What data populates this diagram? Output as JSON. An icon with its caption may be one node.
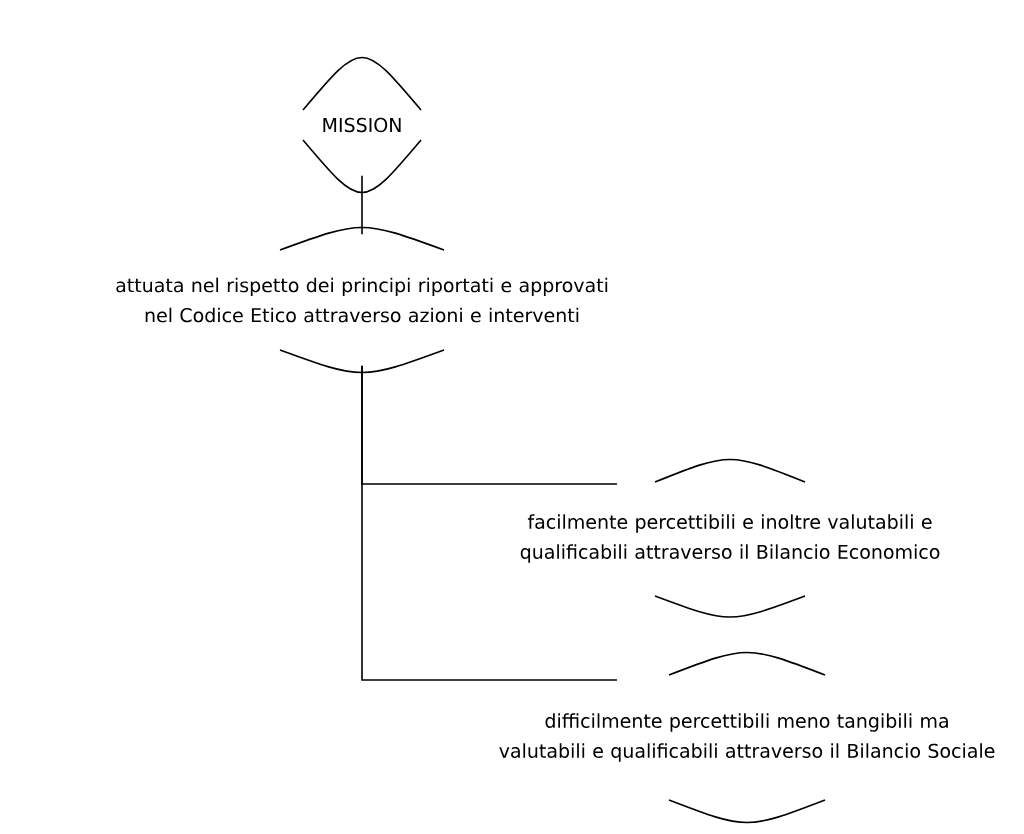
{
  "diagram": {
    "nodes": [
      {
        "text": [
          "MISSION"
        ]
      },
      {
        "text": [
          "attuata nel rispetto dei principi riportati e approvati nel Codice Etico attraverso azioni e interventi"
        ]
      },
      {
        "text": [
          "facilmente percettibili e inoltre valutabili e qualificabili attraverso il Bilancio Economico"
        ]
      },
      {
        "text": [
          "difficilmente percettibili meno tangibili ma valutabili e qualificabili attraverso il Bilancio Sociale"
        ]
      }
    ],
    "edges": [
      {
        "from": 0,
        "to": 1,
        "arrow": "none"
      },
      {
        "from": 1,
        "to": 2,
        "arrow": "none"
      },
      {
        "from": 1,
        "to": 3,
        "arrow": "none"
      }
    ]
  }
}
